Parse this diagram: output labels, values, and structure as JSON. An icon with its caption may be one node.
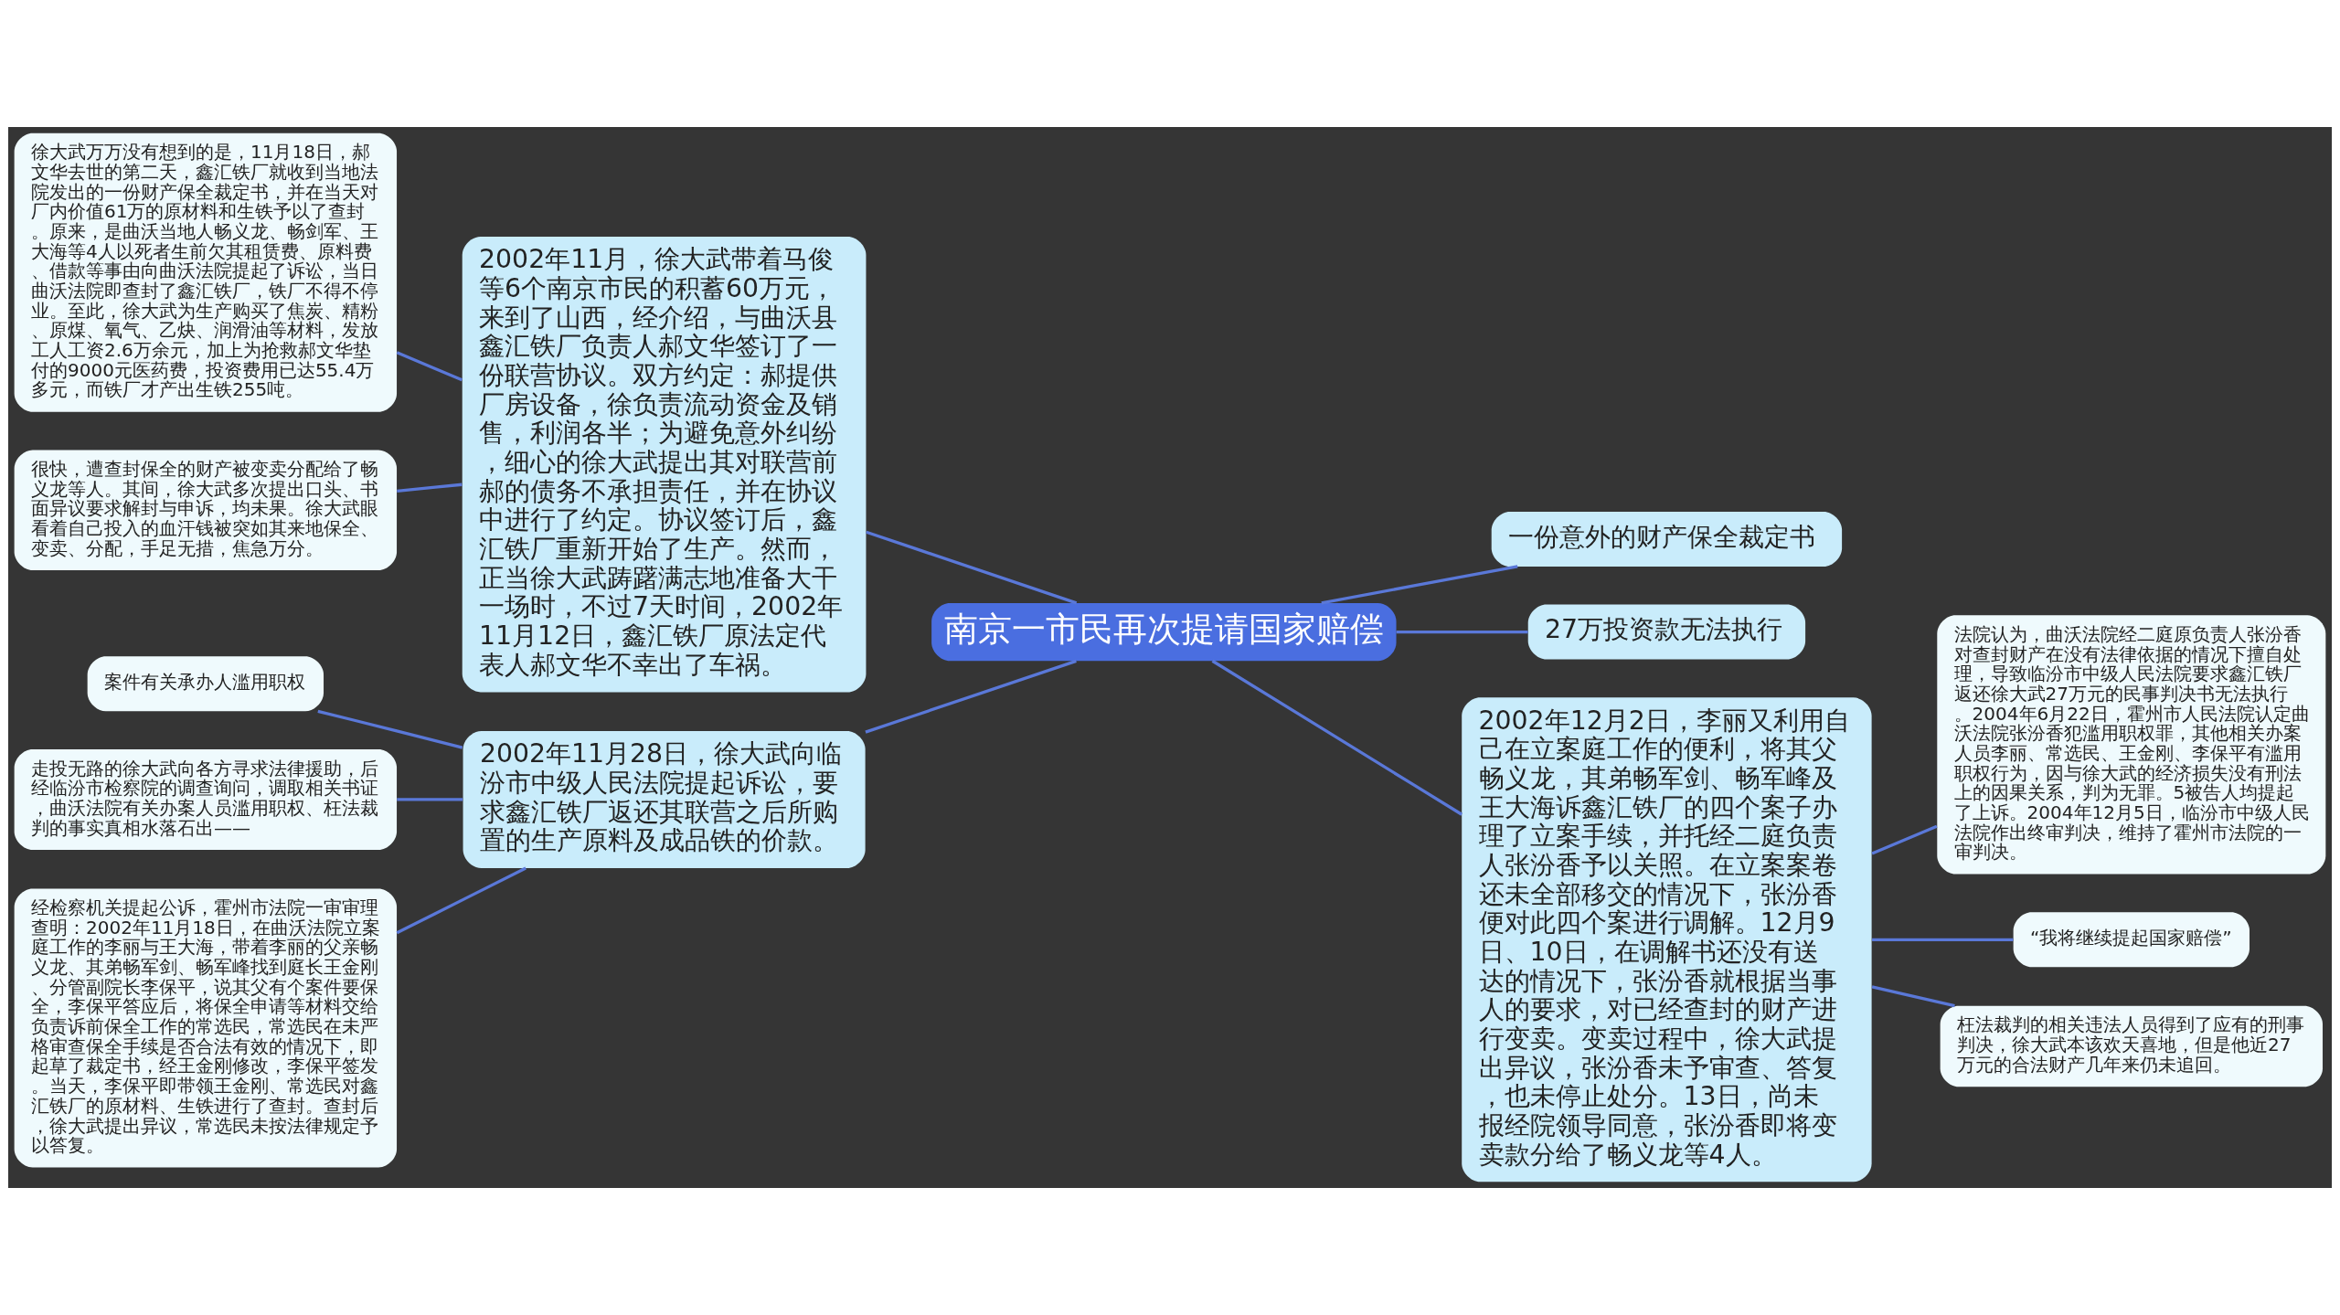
{
  "diagram": {
    "nodes": [
      {
        "text": [
          "南京一市民再次提请国家赔偿"
        ]
      },
      {
        "text": [
          "2002年11月，徐大武带着马俊等6个南京市民的积蓄60万元，来到了山西，经介绍，与曲沃县鑫汇铁厂负责人郝文华签订了一份联营协议。双方约定：郝提供厂房设备，徐负责流动资金及销售，利润各半；为避免意外纠纷，细心的徐大武提出其对联营前郝的债务不承担责任，并在协议中进行了约定。协议签订后，鑫汇铁厂重新开始了生产。然而，正当徐大武踌躇满志地准备大干一场时，不过7天时间，2002年11月12日，鑫汇铁厂原法定代表人郝文华不幸出了车祸。"
        ]
      },
      {
        "text": [
          "徐大武万万没有想到的是，11月18日，郝文华去世的第二天，鑫汇铁厂就收到当地法院发出的一份财产保全裁定书，并在当天对厂内价值61万的原材料和生铁予以了查封。原来，是曲沃当地人畅义龙、畅剑军、王大海等4人以死者生前欠其租赁费、原料费、借款等事由向曲沃法院提起了诉讼，当日曲沃法院即查封了鑫汇铁厂，铁厂不得不停业。至此，徐大武为生产购买了焦炭、精粉、原煤、氧气、乙炔、润滑油等材料，发放工人工资2.6万余元，加上为抢救郝文华垫付的9000元医药费，投资费用已达55.4万多元，而铁厂才产出生铁255吨。"
        ]
      },
      {
        "text": [
          "很快，遭查封保全的财产被变卖分配给了畅义龙等人。其间，徐大武多次提出口头、书面异议要求解封与申诉，均未果。徐大武眼看着自己投入的血汗钱被突如其来地保全、变卖、分配，手足无措，焦急万分。"
        ]
      },
      {
        "text": [
          "2002年11月28日，徐大武向临汾市中级人民法院提起诉讼，要求鑫汇铁厂返还其联营之后所购置的生产原料及成品铁的价款。"
        ]
      },
      {
        "text": [
          "案件有关承办人滥用职权"
        ]
      },
      {
        "text": [
          "走投无路的徐大武向各方寻求法律援助，后经临汾市检察院的调查询问，调取相关书证，曲沃法院有关办案人员滥用职权、枉法裁判的事实真相水落石出——"
        ]
      },
      {
        "text": [
          "经检察机关提起公诉，霍州市法院一审审理查明：2002年11月18日，在曲沃法院立案庭工作的李丽与王大海，带着李丽的父亲畅义龙、其弟畅军剑、畅军峰找到庭长王金刚、分管副院长李保平，说其父有个案件要保全，李保平答应后，将保全申请等材料交给负责诉前保全工作的常选民，常选民在未严格审查保全手续是否合法有效的情况下，即起草了裁定书，经王金刚修改，李保平签发。当天，李保平即带领王金刚、常选民对鑫汇铁厂的原材料、生铁进行了查封。查封后，徐大武提出异议，常选民未按法律规定予以答复。"
        ]
      },
      {
        "text": [
          "一份意外的财产保全裁定书"
        ]
      },
      {
        "text": [
          "27万投资款无法执行"
        ]
      },
      {
        "text": [
          "2002年12月2日，李丽又利用自己在立案庭工作的便利，将其父畅义龙，其弟畅军剑、畅军峰及王大海诉鑫汇铁厂的四个案子办理了立案手续，并托经二庭负责人张汾香予以关照。在立案案卷还未全部移交的情况下，张汾香便对此四个案进行调解。12月9日、10日，在调解书还没有送达的情况下，张汾香就根据当事人的要求，对已经查封的财产进行变卖。变卖过程中，徐大武提出异议，张汾香未予审查、答复，也未停止处分。13日，尚未报经院领导同意，张汾香即将变卖款分给了畅义龙等4人。"
        ]
      },
      {
        "text": [
          "法院认为，曲沃法院经二庭原负责人张汾香对查封财产在没有法律依据的情况下擅自处理，导致临汾市中级人民法院要求鑫汇铁厂返还徐大武27万元的民事判决书无法执行。2004年6月22日，霍州市人民法院认定曲沃法院张汾香犯滥用职权罪，其他相关办案人员李丽、常选民、王金刚、李保平有滥用职权行为，因与徐大武的经济损失没有刑法上的因果关系，判为无罪。5被告人均提起了上诉。2004年12月5日，临汾市中级人民法院作出终审判决，维持了霍州市法院的一审判决。"
        ]
      },
      {
        "text": [
          "“我将继续提起国家赔偿”"
        ]
      },
      {
        "text": [
          "枉法裁判的相关违法人员得到了应有的刑事判决，徐大武本该欢天喜地，但是他近27万元的合法财产几年来仍未追回。"
        ]
      }
    ],
    "edges": [
      {
        "from": 0,
        "to": 1,
        "arrow": "none"
      },
      {
        "from": 1,
        "to": 2,
        "arrow": "none"
      },
      {
        "from": 1,
        "to": 3,
        "arrow": "none"
      },
      {
        "from": 0,
        "to": 4,
        "arrow": "none"
      },
      {
        "from": 4,
        "to": 5,
        "arrow": "none"
      },
      {
        "from": 4,
        "to": 6,
        "arrow": "none"
      },
      {
        "from": 4,
        "to": 7,
        "arrow": "none"
      },
      {
        "from": 0,
        "to": 8,
        "arrow": "none"
      },
      {
        "from": 0,
        "to": 9,
        "arrow": "none"
      },
      {
        "from": 0,
        "to": 10,
        "arrow": "none"
      },
      {
        "from": 10,
        "to": 11,
        "arrow": "none"
      },
      {
        "from": 10,
        "to": 12,
        "arrow": "none"
      },
      {
        "from": 10,
        "to": 13,
        "arrow": "none"
      }
    ]
  }
}
